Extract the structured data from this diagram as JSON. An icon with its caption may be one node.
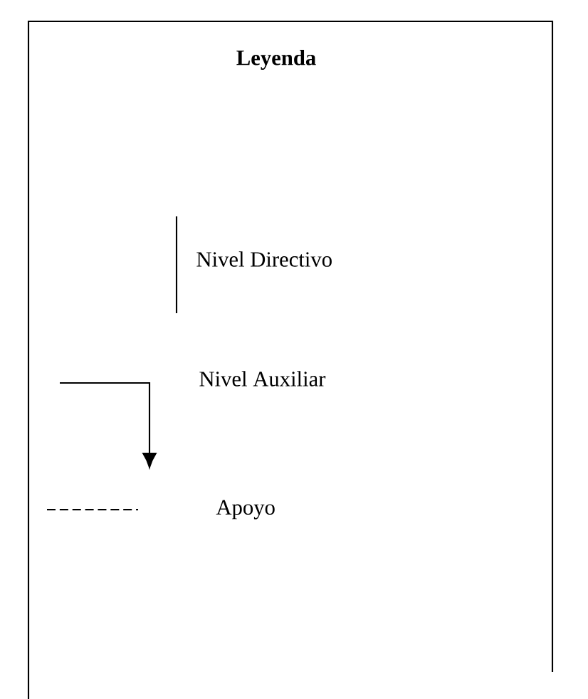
{
  "diagram": {
    "title": "Leyenda",
    "legend": [
      {
        "text": "Nivel Directivo"
      },
      {
        "text": "Nivel Auxiliar"
      },
      {
        "text": "Apoyo"
      }
    ]
  }
}
